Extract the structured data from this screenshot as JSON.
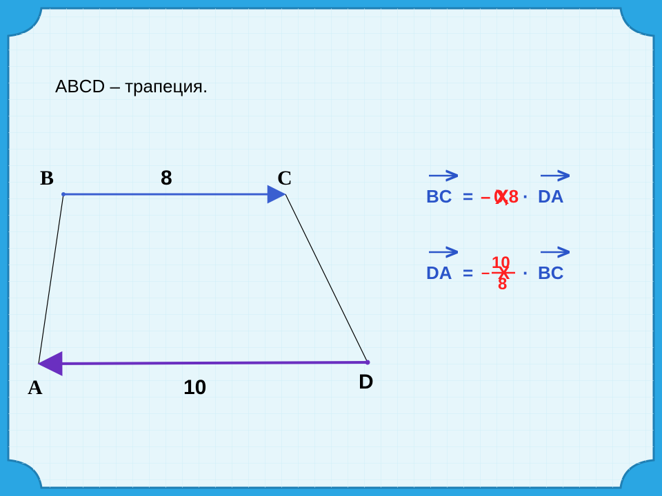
{
  "slide": {
    "title": "ABCD – трапеция.",
    "colors": {
      "frame": "#2aa6e3",
      "frame_dark": "#1f7fb4",
      "panel": "#e6f6fb",
      "grid": "#cdeef7",
      "text": "#000000",
      "blue_text": "#2b55c9",
      "red": "#ff2020",
      "vector_bc": "#3a5fd0",
      "vector_da": "#6a2fc0"
    }
  },
  "trapezoid": {
    "vertices": {
      "A": "A",
      "B": "B",
      "C": "C",
      "D": "D"
    },
    "side_bc": "8",
    "side_ad": "10"
  },
  "formulas": {
    "f1": {
      "lhs": "BC",
      "eq": "=",
      "minus": "–",
      "coef_crossed": "X",
      "coef": "0,8",
      "dot": "·",
      "rhs": "DA"
    },
    "f2": {
      "lhs": "DA",
      "eq": "=",
      "minus": "–",
      "numerator": "10",
      "denominator": "8",
      "crossed": "X",
      "dot": "·",
      "rhs": "BC"
    }
  }
}
